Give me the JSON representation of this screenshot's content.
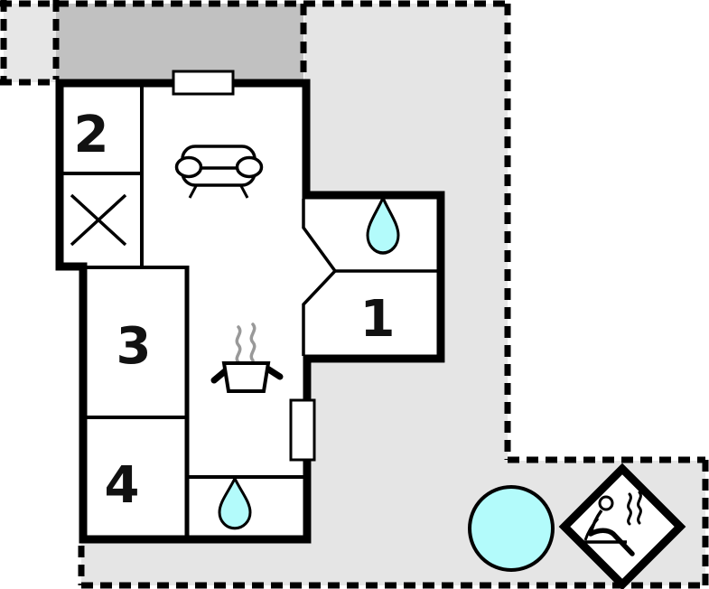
{
  "page": {
    "title": "Holiday home floor plan"
  },
  "floorplan": {
    "rooms": [
      {
        "id": "room-1",
        "label": "1"
      },
      {
        "id": "room-2",
        "label": "2"
      },
      {
        "id": "room-3",
        "label": "3"
      },
      {
        "id": "room-4",
        "label": "4"
      }
    ],
    "areas": {
      "terrace": "covered-terrace",
      "garden": "outdoor-plot-area",
      "plot_corner": "plot-corner-area"
    },
    "icons": [
      "sofa-icon",
      "wardrobe-cross-icon",
      "water-drop-icon",
      "water-drop-icon",
      "cooking-pot-icon",
      "steam-icon",
      "window-icon",
      "window-icon",
      "hot-tub-icon",
      "sauna-icon"
    ],
    "colors": {
      "wall": "#000000",
      "terrace_gray": "#c1c1c1",
      "outdoor_gray": "#e5e5e5",
      "water_cyan": "#b3fbfb",
      "steam_gray": "#999999",
      "background": "#ffffff"
    }
  }
}
